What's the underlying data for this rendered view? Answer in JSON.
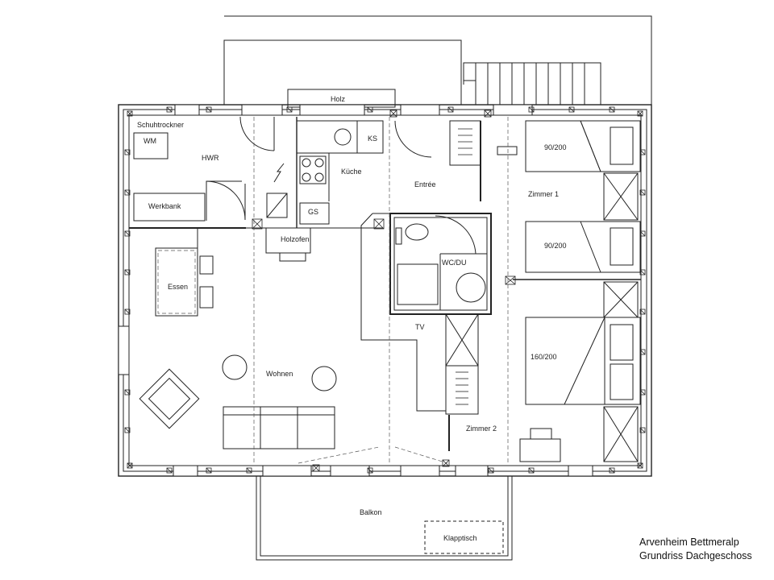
{
  "plan": {
    "rooms": {
      "holz": "Holz",
      "schuhtrockner": "Schuhtrockner",
      "wm": "WM",
      "hwr": "HWR",
      "ks": "KS",
      "kueche": "Küche",
      "werkbank": "Werkbank",
      "gs": "GS",
      "entree": "Entrée",
      "zimmer1": "Zimmer 1",
      "bed1": "90/200",
      "bed2": "90/200",
      "holzofen": "Holzofen",
      "essen": "Essen",
      "wcdu": "WC/DU",
      "tv": "TV",
      "bed3": "160/200",
      "wohnen": "Wohnen",
      "zimmer2": "Zimmer 2",
      "balkon": "Balkon",
      "klapptisch": "Klapptisch"
    }
  },
  "caption": {
    "line1": "Arvenheim Bettmeralp",
    "line2": "Grundriss Dachgeschoss"
  }
}
